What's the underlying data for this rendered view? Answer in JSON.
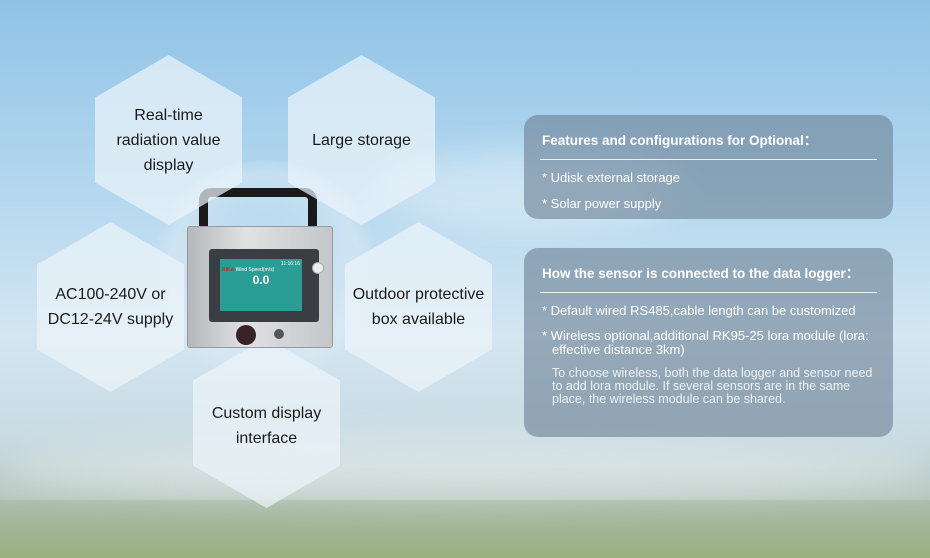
{
  "hexagons": {
    "realtime": "Real-time radiation value display",
    "storage": "Large storage",
    "power": "AC100-240V or DC12-24V supply",
    "outdoor": "Outdoor protective box available",
    "display": "Custom display interface"
  },
  "device": {
    "brand": "RIKA",
    "screen_title": "Wind Speed(m/s)",
    "value": "0.0",
    "time": "11:16:16"
  },
  "optional": {
    "title": "Features and configurations for Optional：",
    "items": [
      "* Udisk external storage",
      "* Solar power supply"
    ]
  },
  "connection": {
    "title": "How the sensor is connected to the data logger：",
    "items": [
      "* Default wired RS485,cable length can be customized",
      "* Wireless optional,additional RK95-25 lora module (lora: effective distance 3km)"
    ],
    "note": "To choose wireless, both the data logger and sensor need to add lora module. If several sensors are in the same place, the wireless module can be shared."
  }
}
